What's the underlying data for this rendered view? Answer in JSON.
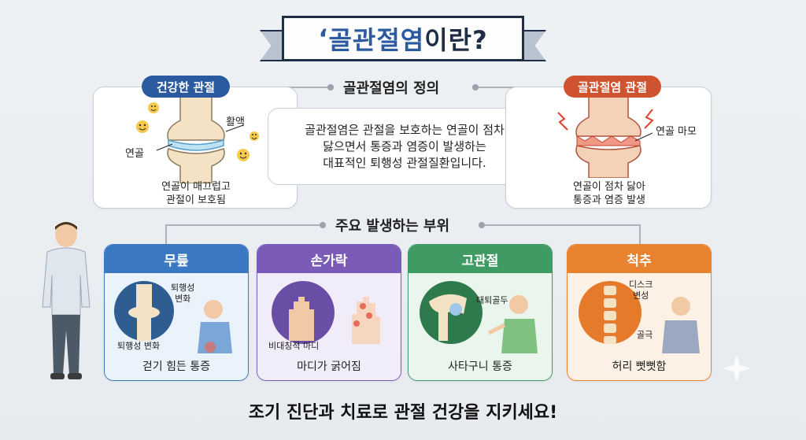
{
  "title": {
    "prefix": "‘",
    "highlight": "골관절염",
    "suffix": "이란?"
  },
  "definition": {
    "heading": "골관절염의 정의",
    "line1": "골관절염은 관절을 보호하는 연골이 점차",
    "line2": "닳으면서 통증과 염증이 발생하는",
    "line3": "대표적인 퇴행성 관절질환입니다."
  },
  "healthy": {
    "badge": "건강한 관절",
    "label_fluid": "활액",
    "label_cartilage": "연골",
    "caption1": "연골이 매끄럽고",
    "caption2": "관절이 보호됨"
  },
  "diseased": {
    "badge": "골관절염 관절",
    "label_wear": "연골 마모",
    "caption1": "연골이 점차 닳아",
    "caption2": "통증과 염증 발생"
  },
  "sites": {
    "heading": "주요 발생하는 부위",
    "items": [
      {
        "title": "무릎",
        "note1": "퇴행성\n변화",
        "note2": "퇴행성 변화",
        "caption": "걷기 힘든 통증",
        "color": "#3b78c2"
      },
      {
        "title": "손가락",
        "note1": "비대칭적 마디",
        "caption": "마디가 굵어짐",
        "color": "#7a5cb8"
      },
      {
        "title": "고관절",
        "note1": "대퇴골두",
        "caption": "사타구니 통증",
        "color": "#3f9a63"
      },
      {
        "title": "척추",
        "note1": "디스크\n변성",
        "note2": "골극",
        "caption": "허리 뻣뻣함",
        "color": "#e8822e"
      }
    ]
  },
  "footer": "조기 진단과 치료로 관절 건강을 지키세요!",
  "colors": {
    "navy": "#1f2e44",
    "blue": "#2c5aa0",
    "healthy_badge": "#2c5aa0",
    "disease_badge": "#d0532f",
    "cartilage": "#bfe3f2",
    "bone": "#f4e2c4",
    "inflamed": "#e96a5a"
  }
}
